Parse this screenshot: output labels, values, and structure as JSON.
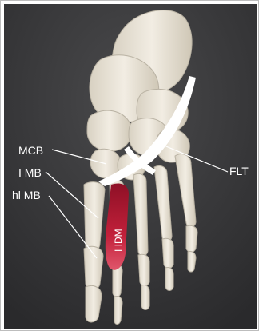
{
  "figure": {
    "labels": {
      "mcb": "MCB",
      "imb": "I MB",
      "hlmb": "hl MB",
      "flt": "FLT",
      "idm": "I IDM"
    },
    "colors": {
      "background": "#3a3a3c",
      "bone": "#ece7dc",
      "bone_shadow": "#b9b2a3",
      "muscle": "#c2203a",
      "tendon": "#ffffff"
    }
  }
}
